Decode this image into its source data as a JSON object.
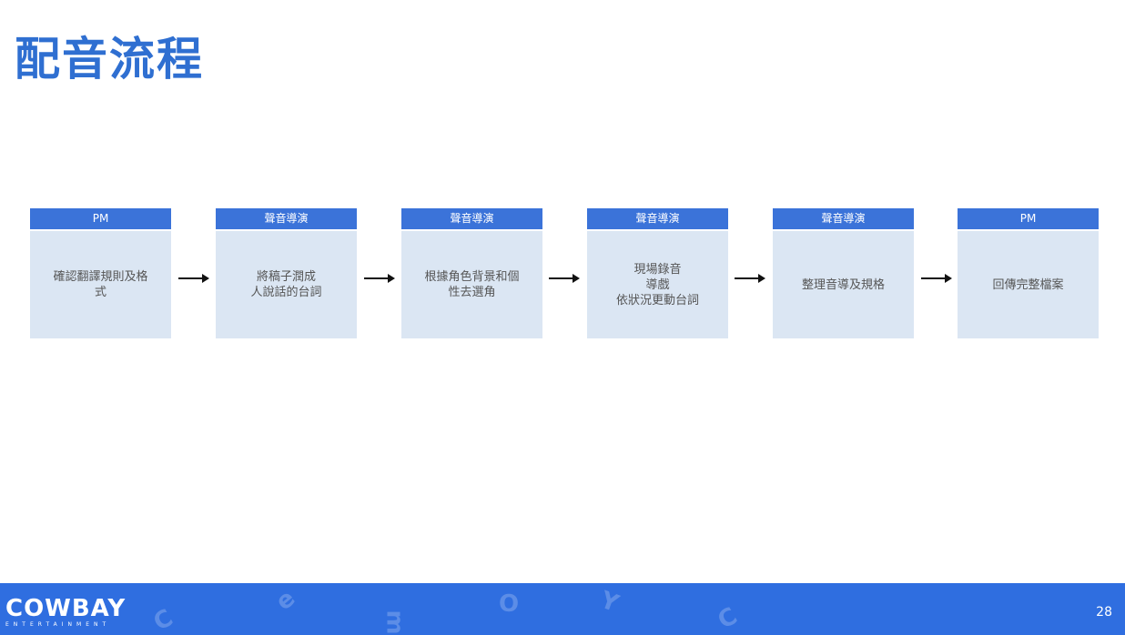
{
  "slide": {
    "title": "配音流程",
    "steps": [
      {
        "role": "PM",
        "text": "確認翻譯規則及格\n式"
      },
      {
        "role": "聲音導演",
        "text": "將稿子潤成\n人說話的台詞"
      },
      {
        "role": "聲音導演",
        "text": "根據角色背景和個\n性去選角"
      },
      {
        "role": "聲音導演",
        "text": "現場錄音\n導戲\n依狀況更動台詞"
      },
      {
        "role": "聲音導演",
        "text": "整理音導及規格"
      },
      {
        "role": "PM",
        "text": "回傳完整檔案"
      }
    ],
    "colors": {
      "accent": "#3b73d9",
      "box": "#dbe6f3",
      "footer": "#2f6ee0",
      "title": "#2f6fd1"
    }
  },
  "footer": {
    "logo_main": "COWBAY",
    "logo_sub": "ENTERTAINMENT",
    "page_number": "28"
  }
}
